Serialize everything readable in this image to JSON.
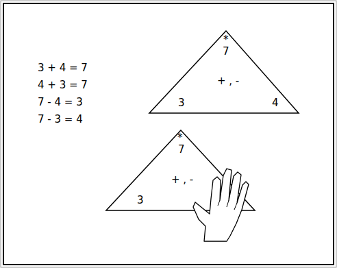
{
  "diagram": {
    "nodes": [
      {
        "text": [
          "*",
          "7",
          "+ , -",
          "3",
          "4"
        ]
      },
      {
        "text": [
          "*",
          "7",
          "+ , -",
          "3"
        ]
      }
    ],
    "labels": [
      "3 + 4 = 7",
      "4 + 3 = 7",
      "7 - 4 = 3",
      "7 - 3 = 4"
    ]
  }
}
